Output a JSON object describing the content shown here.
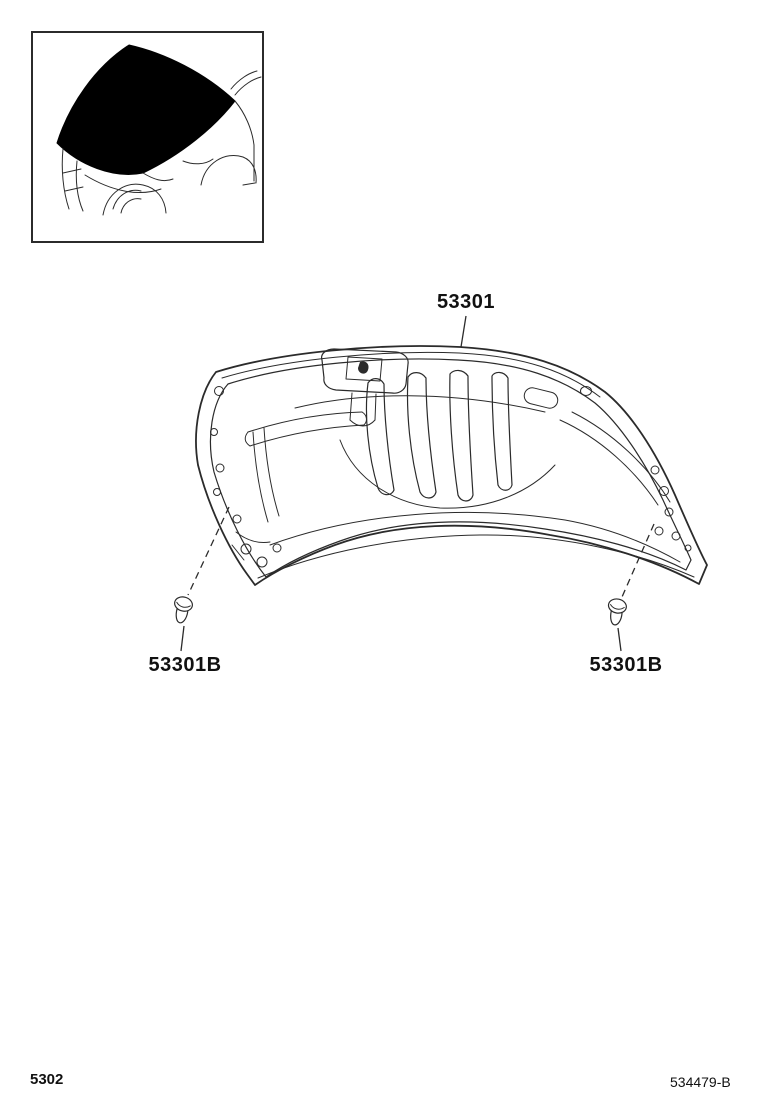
{
  "callouts": {
    "hood": {
      "label": "53301"
    },
    "plug_left": {
      "label": "53301B"
    },
    "plug_right": {
      "label": "53301B"
    }
  },
  "footer": {
    "figure_number": "5302",
    "drawing_code": "534479-B"
  },
  "colors": {
    "line": "#2b2b2b",
    "thumbnail_hood_fill": "#000000",
    "background": "#ffffff"
  }
}
